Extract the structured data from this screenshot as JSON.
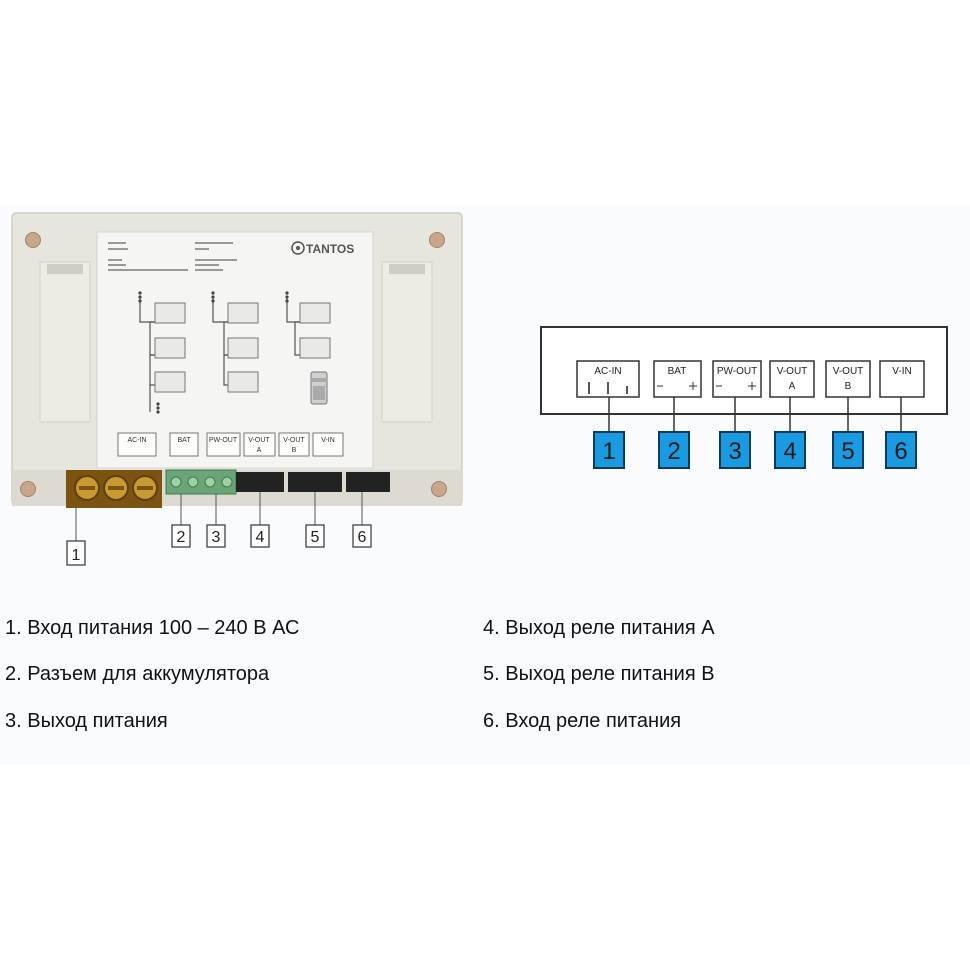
{
  "device": {
    "brand": "TANTOS",
    "connectors": [
      {
        "number": "1",
        "label": "AC-IN",
        "sub": ""
      },
      {
        "number": "2",
        "label": "BAT",
        "sub": ""
      },
      {
        "number": "3",
        "label": "PW-OUT",
        "sub": ""
      },
      {
        "number": "4",
        "label": "V-OUT",
        "sub": "A"
      },
      {
        "number": "5",
        "label": "V-OUT",
        "sub": "B"
      },
      {
        "number": "6",
        "label": "V-IN",
        "sub": ""
      }
    ]
  },
  "schematic": {
    "accent_color": "#1a9ae0",
    "terminals": [
      {
        "number": "1",
        "label": "AC-IN",
        "sub": ""
      },
      {
        "number": "2",
        "label": "BAT",
        "sub": ""
      },
      {
        "number": "3",
        "label": "PW-OUT",
        "sub": ""
      },
      {
        "number": "4",
        "label": "V-OUT",
        "sub": "A"
      },
      {
        "number": "5",
        "label": "V-OUT",
        "sub": "B"
      },
      {
        "number": "6",
        "label": "V-IN",
        "sub": ""
      }
    ]
  },
  "legend": {
    "items": [
      "1. Вход питания 100 – 240 В АС",
      "2. Разъем для аккумулятора",
      "3. Выход питания",
      "4. Выход реле питания A",
      "5. Выход реле питания B",
      "6. Вход реле питания"
    ]
  }
}
